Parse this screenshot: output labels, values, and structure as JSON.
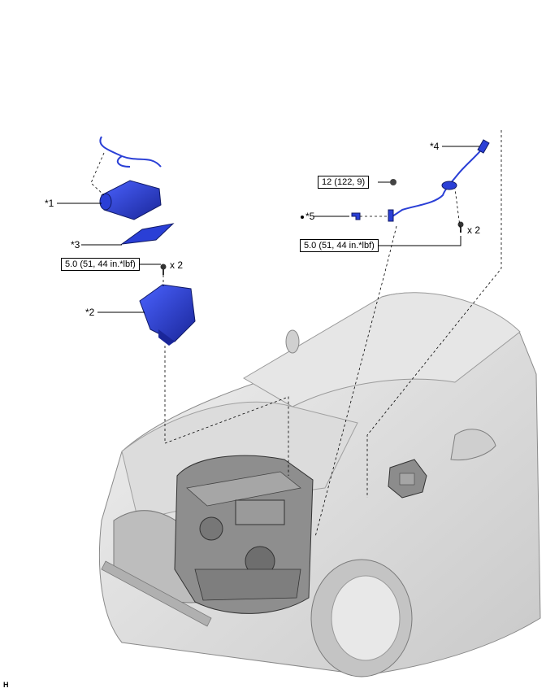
{
  "callouts": {
    "c1": "*1",
    "c2": "*2",
    "c3": "*3",
    "c4": "*4",
    "c5": "*5"
  },
  "torque": {
    "t_top_right": "12 (122, 9)",
    "t_right": "5.0 (51, 44 in.*lbf)",
    "t_left": "5.0 (51, 44 in.*lbf)"
  },
  "quantity": {
    "q_left": "x 2",
    "q_right": "x 2"
  },
  "figure_code": "H",
  "colors": {
    "part_blue": "#2a3fd6",
    "part_blue_dark": "#1a2699",
    "vehicle_gray": "#d9d9d9",
    "outline": "#6b6b6b"
  }
}
